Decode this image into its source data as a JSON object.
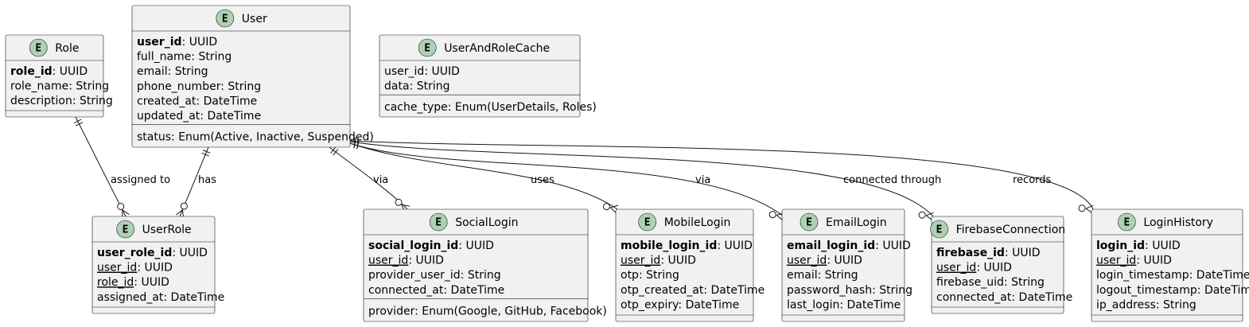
{
  "entities": [
    {
      "id": "Role",
      "icon": "E",
      "fields": [
        {
          "name": "role_id",
          "type": ": UUID",
          "style": "bold"
        },
        {
          "name": "role_name",
          "type": ": String",
          "style": ""
        },
        {
          "name": "description",
          "type": ": String",
          "style": ""
        }
      ],
      "extra": []
    },
    {
      "id": "User",
      "icon": "E",
      "fields": [
        {
          "name": "user_id",
          "type": ": UUID",
          "style": "bold"
        },
        {
          "name": "full_name",
          "type": ": String",
          "style": ""
        },
        {
          "name": "email",
          "type": ": String",
          "style": ""
        },
        {
          "name": "phone_number",
          "type": ": String",
          "style": ""
        },
        {
          "name": "created_at",
          "type": ": DateTime",
          "style": ""
        },
        {
          "name": "updated_at",
          "type": ": DateTime",
          "style": ""
        }
      ],
      "extra": [
        {
          "name": "status",
          "type": ": Enum(Active, Inactive, Suspended)",
          "style": ""
        }
      ]
    },
    {
      "id": "UserAndRoleCache",
      "icon": "E",
      "fields": [
        {
          "name": "user_id",
          "type": ": UUID",
          "style": ""
        },
        {
          "name": "data",
          "type": ": String",
          "style": ""
        }
      ],
      "extra": [
        {
          "name": "cache_type",
          "type": ": Enum(UserDetails, Roles)",
          "style": ""
        }
      ]
    },
    {
      "id": "UserRole",
      "icon": "E",
      "fields": [
        {
          "name": "user_role_id",
          "type": ": UUID",
          "style": "bold"
        },
        {
          "name": "user_id",
          "type": ": UUID",
          "style": "underline"
        },
        {
          "name": "role_id",
          "type": ": UUID",
          "style": "underline"
        },
        {
          "name": "assigned_at",
          "type": ": DateTime",
          "style": ""
        }
      ],
      "extra": []
    },
    {
      "id": "SocialLogin",
      "icon": "E",
      "fields": [
        {
          "name": "social_login_id",
          "type": ": UUID",
          "style": "bold"
        },
        {
          "name": "user_id",
          "type": ": UUID",
          "style": "underline"
        },
        {
          "name": "provider_user_id",
          "type": ": String",
          "style": ""
        },
        {
          "name": "connected_at",
          "type": ": DateTime",
          "style": ""
        }
      ],
      "extra": [
        {
          "name": "provider",
          "type": ": Enum(Google, GitHub, Facebook)",
          "style": ""
        }
      ]
    },
    {
      "id": "MobileLogin",
      "icon": "E",
      "fields": [
        {
          "name": "mobile_login_id",
          "type": ": UUID",
          "style": "bold"
        },
        {
          "name": "user_id",
          "type": ": UUID",
          "style": "underline"
        },
        {
          "name": "otp",
          "type": ": String",
          "style": ""
        },
        {
          "name": "otp_created_at",
          "type": ": DateTime",
          "style": ""
        },
        {
          "name": "otp_expiry",
          "type": ": DateTime",
          "style": ""
        }
      ],
      "extra": []
    },
    {
      "id": "EmailLogin",
      "icon": "E",
      "fields": [
        {
          "name": "email_login_id",
          "type": ": UUID",
          "style": "bold"
        },
        {
          "name": "user_id",
          "type": ": UUID",
          "style": "underline"
        },
        {
          "name": "email",
          "type": ": String",
          "style": ""
        },
        {
          "name": "password_hash",
          "type": ": String",
          "style": ""
        },
        {
          "name": "last_login",
          "type": ": DateTime",
          "style": ""
        }
      ],
      "extra": []
    },
    {
      "id": "FirebaseConnection",
      "icon": "E",
      "fields": [
        {
          "name": "firebase_id",
          "type": ": UUID",
          "style": "bold"
        },
        {
          "name": "user_id",
          "type": ": UUID",
          "style": "underline"
        },
        {
          "name": "firebase_uid",
          "type": ": String",
          "style": ""
        },
        {
          "name": "connected_at",
          "type": ": DateTime",
          "style": ""
        }
      ],
      "extra": []
    },
    {
      "id": "LoginHistory",
      "icon": "E",
      "fields": [
        {
          "name": "login_id",
          "type": ": UUID",
          "style": "bold"
        },
        {
          "name": "user_id",
          "type": ": UUID",
          "style": "underline"
        },
        {
          "name": "login_timestamp",
          "type": ": DateTime",
          "style": ""
        },
        {
          "name": "logout_timestamp",
          "type": ": DateTime",
          "style": ""
        },
        {
          "name": "ip_address",
          "type": ": String",
          "style": ""
        }
      ],
      "extra": []
    }
  ],
  "relations": [
    {
      "from": "Role",
      "to": "UserRole",
      "label": "assigned to"
    },
    {
      "from": "User",
      "to": "UserRole",
      "label": "has"
    },
    {
      "from": "User",
      "to": "SocialLogin",
      "label": "via"
    },
    {
      "from": "User",
      "to": "MobileLogin",
      "label": "uses"
    },
    {
      "from": "User",
      "to": "EmailLogin",
      "label": "via"
    },
    {
      "from": "User",
      "to": "FirebaseConnection",
      "label": "connected through"
    },
    {
      "from": "User",
      "to": "LoginHistory",
      "label": "records"
    }
  ]
}
